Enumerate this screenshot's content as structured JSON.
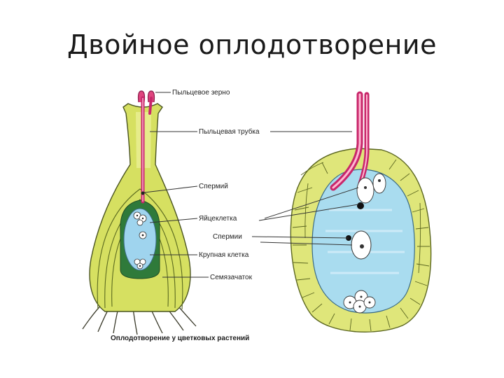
{
  "slide": {
    "title": "Двойное оплодотворение"
  },
  "diagram": {
    "labels": {
      "pollen_grain": "Пыльцевое зерно",
      "pollen_tube": "Пыльцевая трубка",
      "sperm": "Спермий",
      "egg_cell": "Яйцеклетка",
      "sperms": "Спермии",
      "central_cell": "Крупная клетка",
      "ovule": "Семязачаток"
    },
    "caption": "Оплодотворение у цветковых растений"
  }
}
